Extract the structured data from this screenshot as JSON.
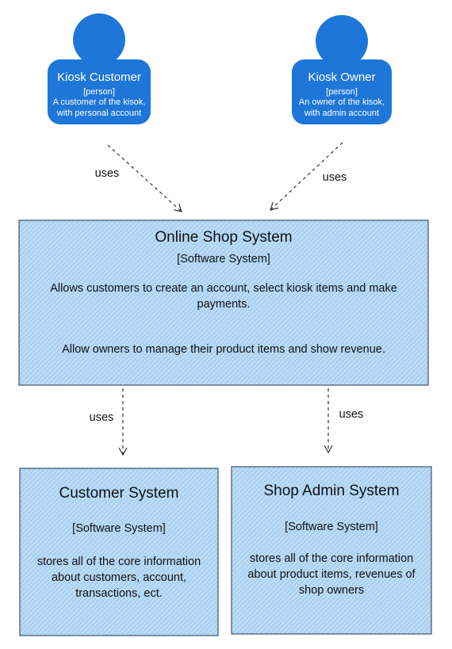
{
  "persons": [
    {
      "name": "Kiosk Customer",
      "type": "[person]",
      "description": "A customer of the kisok, with personal account"
    },
    {
      "name": "Kiosk Owner",
      "type": "[person]",
      "description": "An owner of the kisok, with admin account"
    }
  ],
  "systems": {
    "online_shop": {
      "title": "Online Shop System",
      "type": "[Software System]",
      "description_1": "Allows customers to create an account, select kiosk items and make payments.",
      "description_2": "Allow owners to manage their product items and show revenue."
    },
    "customer": {
      "title": "Customer System",
      "type": "[Software System]",
      "description": "stores all of the core information about customers, account, transactions, ect."
    },
    "shop_admin": {
      "title": "Shop Admin System",
      "type": "[Software System]",
      "description": "stores all of the core information about product items, revenues of shop owners"
    }
  },
  "relations": [
    {
      "label": "uses"
    },
    {
      "label": "uses"
    },
    {
      "label": "uses"
    },
    {
      "label": "uses"
    }
  ],
  "colors": {
    "person_fill": "#1e76d9",
    "system_fill": "#b7dbf6",
    "system_stroke": "#4a5f73",
    "arrow": "#333333"
  }
}
